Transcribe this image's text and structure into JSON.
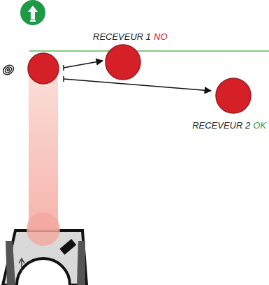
{
  "diagram": {
    "labels": [
      "RECEVEUR 1",
      "NO",
      "RECEVEUR 2",
      "OK"
    ]
  }
}
